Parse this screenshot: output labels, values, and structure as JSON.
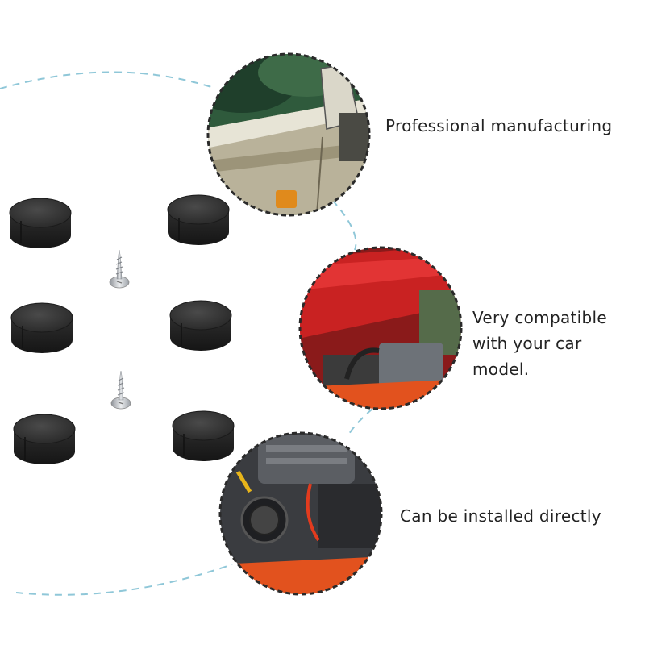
{
  "features": [
    {
      "text": "Professional manufacturing",
      "photo": "car-side-mirror-photo"
    },
    {
      "text": "Very compatible with your car model.",
      "photo": "open-car-hood-photo"
    },
    {
      "text": "Can be installed directly",
      "photo": "engine-bay-photo"
    }
  ],
  "product": {
    "items": [
      "rubber-bumper-pad-icon",
      "self-tapping-screw-icon"
    ],
    "bumper_pad_count": 6,
    "screw_count": 2
  },
  "colors": {
    "dashed_line": "#8fc7d8",
    "pad": "#2b2b2b",
    "screw": "#c9ccd0",
    "text": "#222222"
  }
}
